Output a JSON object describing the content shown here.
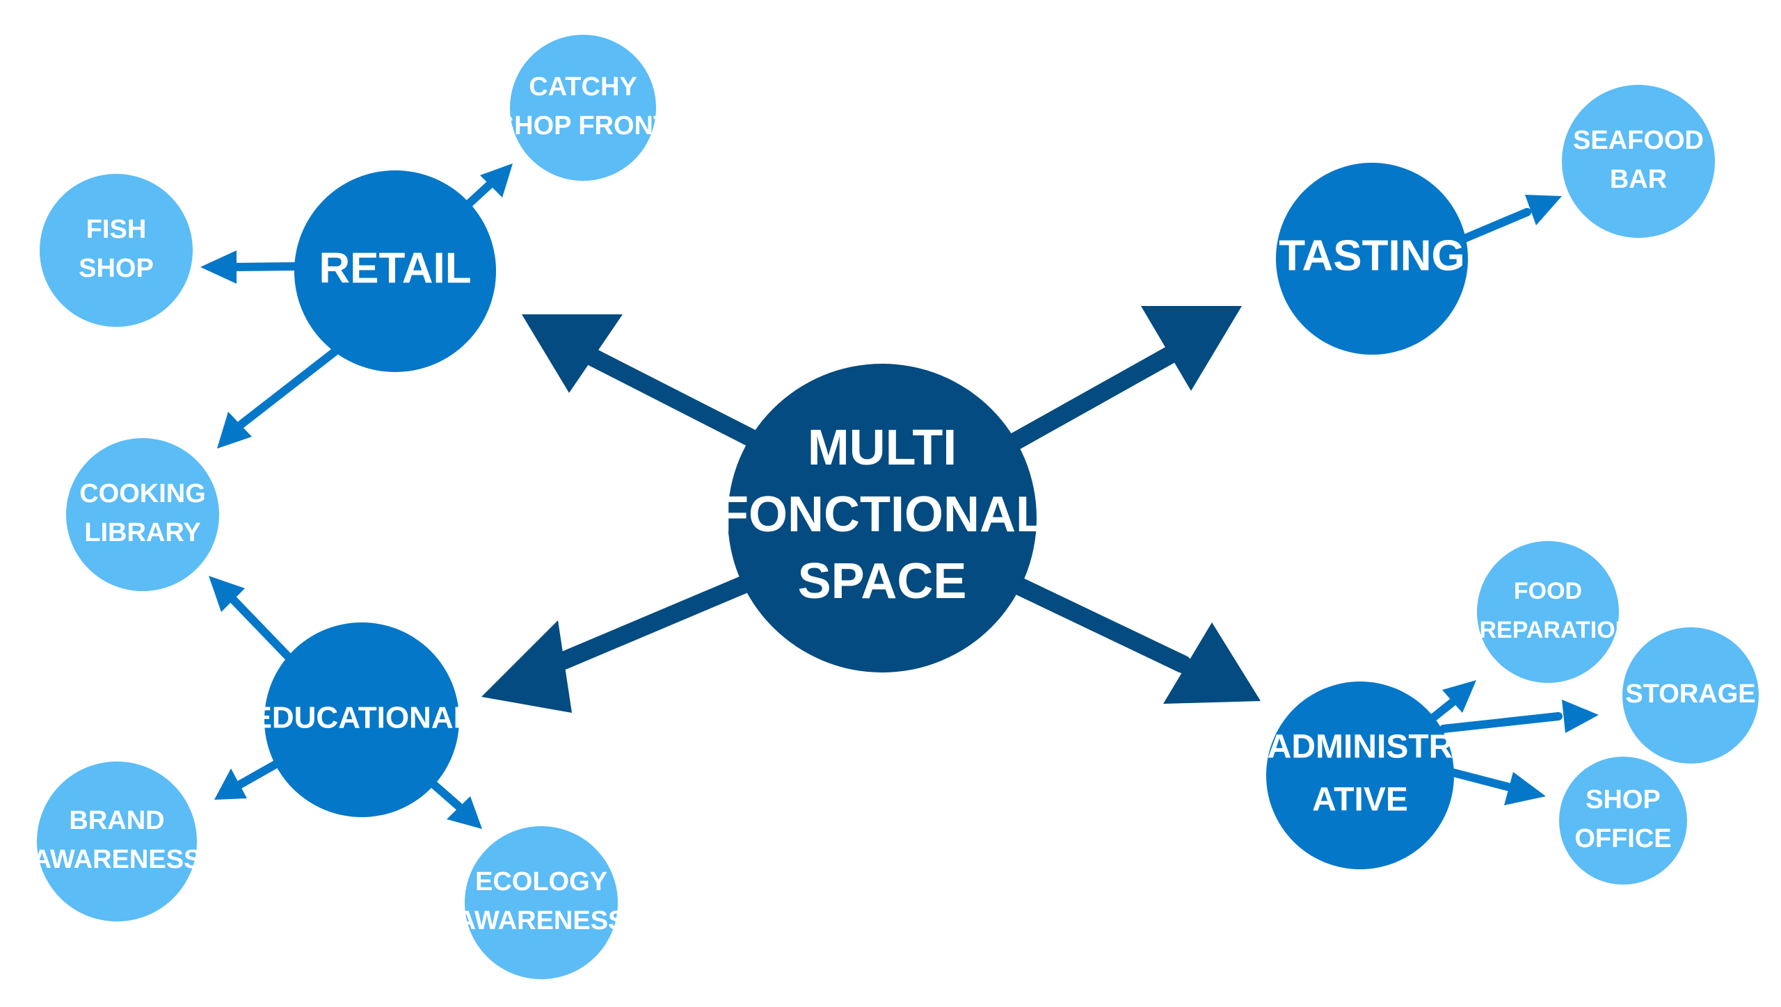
{
  "colors": {
    "center": "#034b80",
    "primary": "#0477c8",
    "secondary": "#5bbcf6",
    "center_arrow": "#034b80",
    "branch_arrow": "#0477c8",
    "text": "#ffffff",
    "background": "#ffffff"
  },
  "nodes": {
    "center": {
      "lines": [
        "MULTI",
        "FONCTIONAL",
        "SPACE"
      ]
    },
    "retail": {
      "lines": [
        "RETAIL"
      ]
    },
    "tasting": {
      "lines": [
        "TASTING"
      ]
    },
    "educational": {
      "lines": [
        "EDUCATIONAL"
      ]
    },
    "administrative": {
      "lines": [
        "ADMINISTR",
        "ATIVE"
      ]
    },
    "catchy_shop_front": {
      "lines": [
        "CATCHY",
        "SHOP FRONT"
      ]
    },
    "fish_shop": {
      "lines": [
        "FISH",
        "SHOP"
      ]
    },
    "cooking_library": {
      "lines": [
        "COOKING",
        "LIBRARY"
      ]
    },
    "brand_awareness": {
      "lines": [
        "BRAND",
        "AWARENESS"
      ]
    },
    "ecology_awareness": {
      "lines": [
        "ECOLOGY",
        "AWARENESS"
      ]
    },
    "seafood_bar": {
      "lines": [
        "SEAFOOD",
        "BAR"
      ]
    },
    "food_preparation": {
      "lines": [
        "FOOD",
        "PREPARATION"
      ]
    },
    "storage": {
      "lines": [
        "STORAGE"
      ]
    },
    "shop_office": {
      "lines": [
        "SHOP",
        "OFFICE"
      ]
    }
  }
}
